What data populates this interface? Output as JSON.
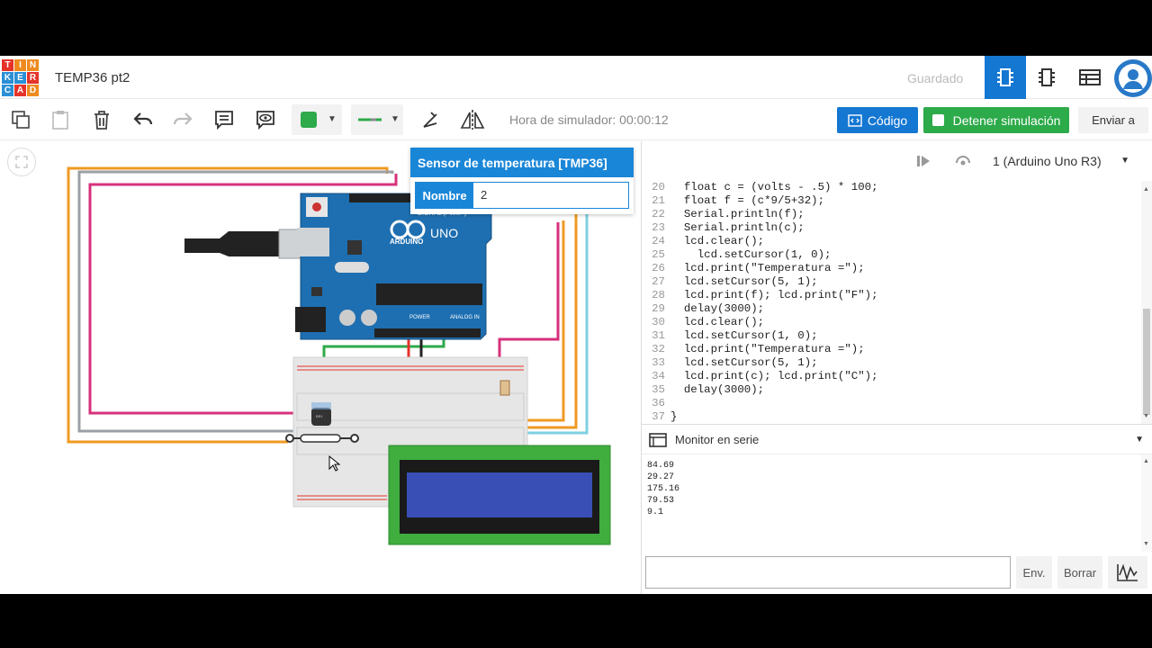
{
  "app": {
    "logo_letters": [
      "T",
      "I",
      "N",
      "K",
      "E",
      "R",
      "C",
      "A",
      "D"
    ],
    "title": "TEMP36 pt2",
    "saved_label": "Guardado"
  },
  "toolbar": {
    "sim_time": "Hora de simulador: 00:00:12",
    "code_button": "Código",
    "stop_button": "Detener simulación",
    "send_button": "Enviar a",
    "fill_color": "#2daa4a",
    "line_color": "#2daa4a"
  },
  "popup": {
    "title": "Sensor de temperatura [TMP36]",
    "name_label": "Nombre",
    "name_value": "2"
  },
  "board": {
    "brand": "ARDUINO",
    "model": "UNO",
    "digital_label": "DIGITAL (PWM~)",
    "power_label": "POWER",
    "analog_label": "ANALOG IN",
    "sensor_label": "BR1"
  },
  "code_panel": {
    "device": "1 (Arduino Uno R3)",
    "lines": [
      {
        "n": "20",
        "t": "  float c = (volts - .5) * 100;"
      },
      {
        "n": "21",
        "t": "  float f = (c*9/5+32);"
      },
      {
        "n": "22",
        "t": "  Serial.println(f);"
      },
      {
        "n": "23",
        "t": "  Serial.println(c);"
      },
      {
        "n": "24",
        "t": "  lcd.clear();"
      },
      {
        "n": "25",
        "t": "    lcd.setCursor(1, 0);"
      },
      {
        "n": "26",
        "t": "  lcd.print(\"Temperatura =\");"
      },
      {
        "n": "27",
        "t": "  lcd.setCursor(5, 1);"
      },
      {
        "n": "28",
        "t": "  lcd.print(f); lcd.print(\"F\");"
      },
      {
        "n": "29",
        "t": "  delay(3000);"
      },
      {
        "n": "30",
        "t": "  lcd.clear();"
      },
      {
        "n": "31",
        "t": "  lcd.setCursor(1, 0);"
      },
      {
        "n": "32",
        "t": "  lcd.print(\"Temperatura =\");"
      },
      {
        "n": "33",
        "t": "  lcd.setCursor(5, 1);"
      },
      {
        "n": "34",
        "t": "  lcd.print(c); lcd.print(\"C\");"
      },
      {
        "n": "35",
        "t": "  delay(3000);"
      },
      {
        "n": "36",
        "t": ""
      },
      {
        "n": "37",
        "t": "}"
      }
    ]
  },
  "serial": {
    "title": "Monitor en serie",
    "output": [
      "84.69",
      "29.27",
      "175.16",
      "79.53",
      "9.1"
    ],
    "input_value": "",
    "send_button": "Env.",
    "clear_button": "Borrar"
  }
}
